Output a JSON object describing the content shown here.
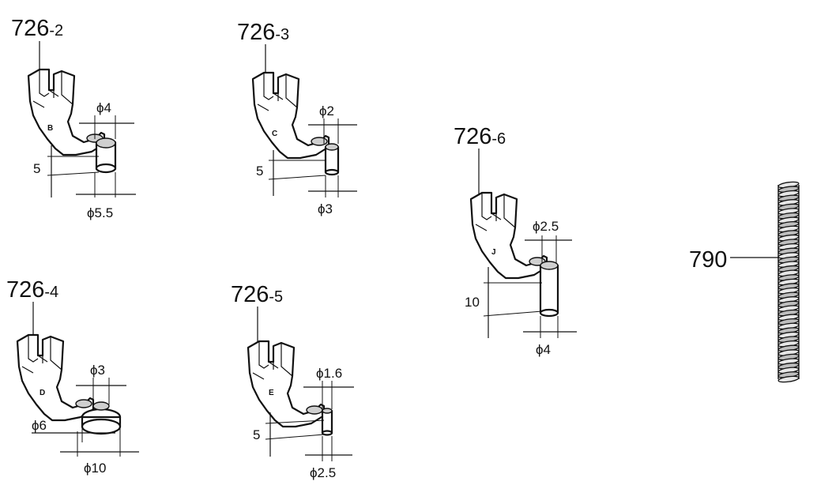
{
  "parts": [
    {
      "id": "726-2",
      "main": "726",
      "suffix": "-2",
      "letter": "B",
      "top_dia": "ϕ4",
      "bottom_dia": "ϕ5.5",
      "height": "5"
    },
    {
      "id": "726-3",
      "main": "726",
      "suffix": "-3",
      "letter": "C",
      "top_dia": "ϕ2",
      "bottom_dia": "ϕ3",
      "height": "5"
    },
    {
      "id": "726-6",
      "main": "726",
      "suffix": "-6",
      "letter": "J",
      "top_dia": "ϕ2.5",
      "bottom_dia": "ϕ4",
      "height": "10"
    },
    {
      "id": "726-4",
      "main": "726",
      "suffix": "-4",
      "letter": "D",
      "top_dia": "ϕ3",
      "side_dia": "ϕ6",
      "bottom_dia": "ϕ10"
    },
    {
      "id": "726-5",
      "main": "726",
      "suffix": "-5",
      "letter": "E",
      "top_dia": "ϕ1.6",
      "bottom_dia": "ϕ2.5",
      "height": "5"
    }
  ],
  "spring": {
    "label": "790"
  }
}
